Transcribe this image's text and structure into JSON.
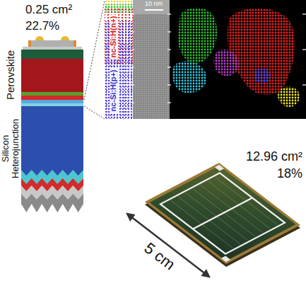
{
  "diagram": {
    "labels": [
      "0.25 cm²",
      "22.7%",
      "Perovskite",
      "Silicon Heterojunction",
      "nc-Si:H(p+)",
      "nc-Si:H(n+)",
      "10 nm",
      "12.96 cm²",
      "18%",
      "5 cm"
    ]
  }
}
